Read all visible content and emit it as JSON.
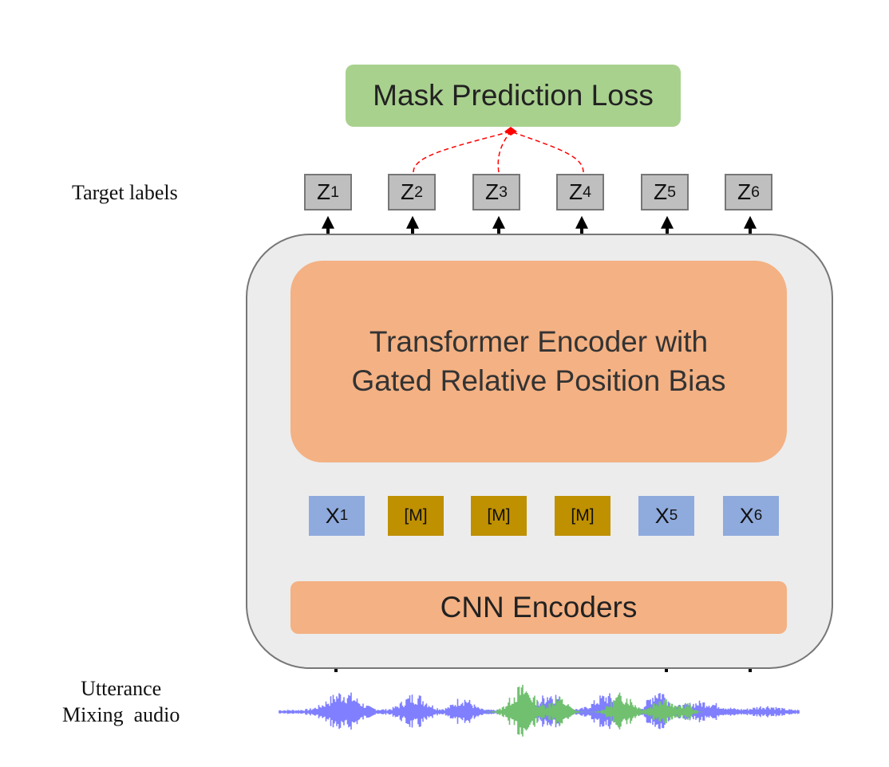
{
  "loss": {
    "label": "Mask Prediction Loss"
  },
  "target_labels": {
    "text": "Target labels"
  },
  "targets": [
    {
      "base": "Z",
      "sub": "1"
    },
    {
      "base": "Z",
      "sub": "2"
    },
    {
      "base": "Z",
      "sub": "3"
    },
    {
      "base": "Z",
      "sub": "4"
    },
    {
      "base": "Z",
      "sub": "5"
    },
    {
      "base": "Z",
      "sub": "6"
    }
  ],
  "transformer": {
    "line1": "Transformer Encoder with",
    "line2": "Gated Relative Position Bias"
  },
  "inputs": [
    {
      "type": "x",
      "base": "X",
      "sub": "1"
    },
    {
      "type": "m",
      "base": "[M]",
      "sub": ""
    },
    {
      "type": "m",
      "base": "[M]",
      "sub": ""
    },
    {
      "type": "m",
      "base": "[M]",
      "sub": ""
    },
    {
      "type": "x",
      "base": "X",
      "sub": "5"
    },
    {
      "type": "x",
      "base": "X",
      "sub": "6"
    }
  ],
  "cnn": {
    "label": "CNN Encoders"
  },
  "utterance": {
    "line1": "Utterance",
    "line2": "Mixing  audio"
  },
  "colors": {
    "loss_fill": "#a9d18e",
    "encoder_fill": "#f4b183",
    "target_fill": "#bfbfbf",
    "unmasked_fill": "#8faadc",
    "masked_fill": "#bf9000",
    "loss_link": "#ff0000",
    "waveform_primary": "#7f7fff",
    "waveform_secondary": "#70c070"
  }
}
